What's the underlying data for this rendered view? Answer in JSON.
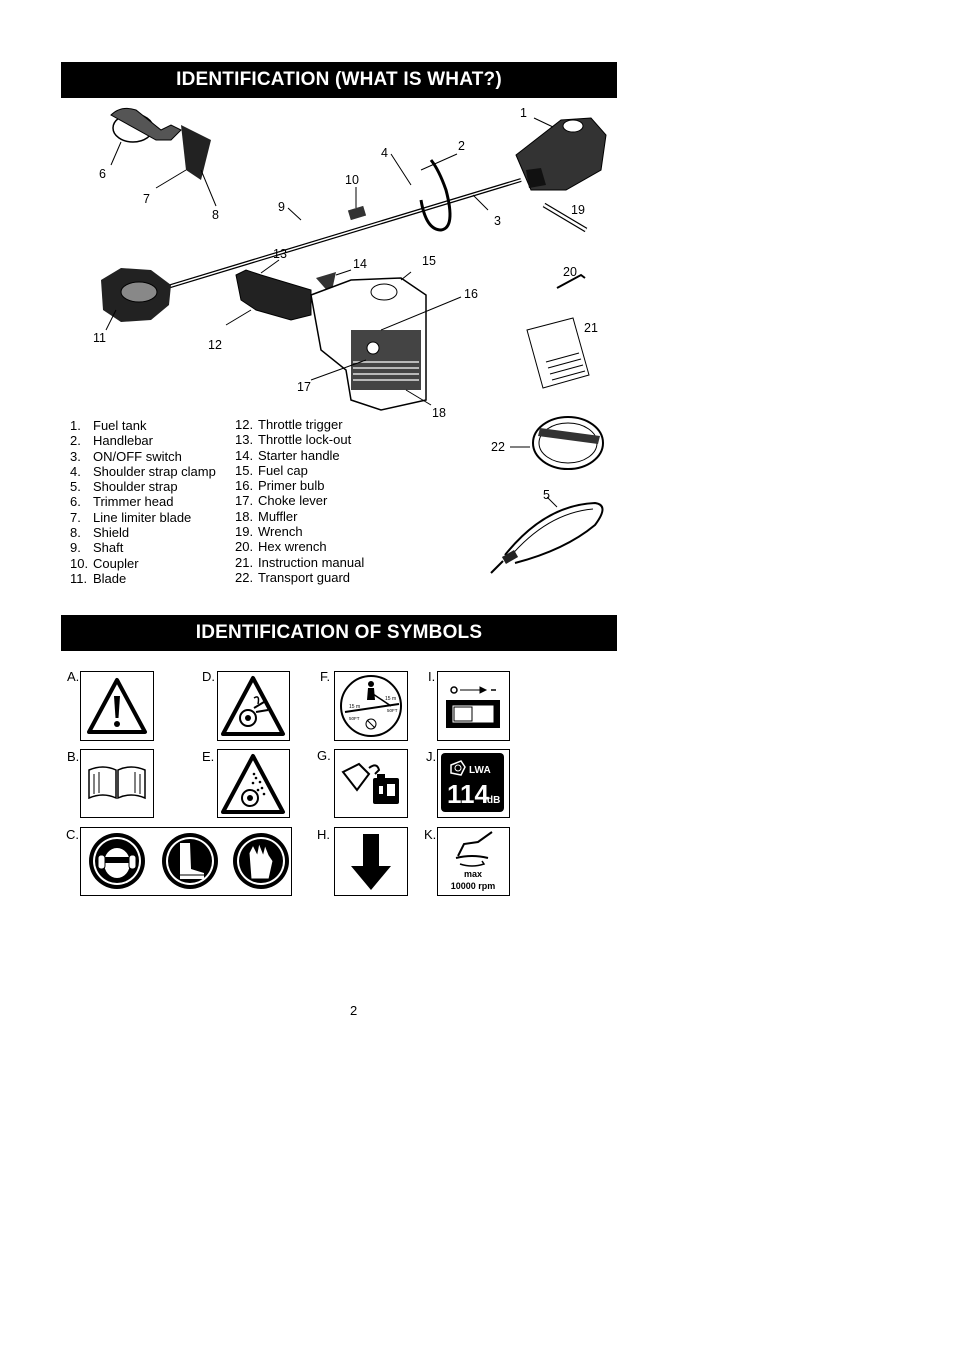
{
  "headings": {
    "identification": "IDENTIFICATION  (WHAT IS WHAT?)",
    "symbols": "IDENTIFICATION OF SYMBOLS"
  },
  "callouts": [
    "1",
    "2",
    "3",
    "4",
    "10",
    "9",
    "6",
    "7",
    "8",
    "13",
    "14",
    "15",
    "16",
    "11",
    "12",
    "17",
    "18",
    "19",
    "20",
    "21",
    "22",
    "5"
  ],
  "parts_left": [
    {
      "num": "1.",
      "label": "Fuel tank"
    },
    {
      "num": "2.",
      "label": "Handlebar"
    },
    {
      "num": "3.",
      "label": "ON/OFF switch"
    },
    {
      "num": "4.",
      "label": "Shoulder strap clamp"
    },
    {
      "num": "5.",
      "label": "Shoulder strap"
    },
    {
      "num": "6.",
      "label": "Trimmer head"
    },
    {
      "num": "7.",
      "label": "Line limiter blade"
    },
    {
      "num": "8.",
      "label": "Shield"
    },
    {
      "num": "9.",
      "label": "Shaft"
    },
    {
      "num": "10.",
      "label": "Coupler"
    },
    {
      "num": "11.",
      "label": "Blade"
    }
  ],
  "parts_right": [
    {
      "num": "12.",
      "label": "Throttle trigger"
    },
    {
      "num": "13.",
      "label": "Throttle lock-out"
    },
    {
      "num": "14.",
      "label": "Starter handle"
    },
    {
      "num": "15.",
      "label": "Fuel cap"
    },
    {
      "num": "16.",
      "label": "Primer bulb"
    },
    {
      "num": "17.",
      "label": "Choke lever"
    },
    {
      "num": "18.",
      "label": "Muffler"
    },
    {
      "num": "19.",
      "label": "Wrench"
    },
    {
      "num": "20.",
      "label": "Hex wrench"
    },
    {
      "num": "21.",
      "label": "Instruction manual"
    },
    {
      "num": "22.",
      "label": "Transport guard"
    }
  ],
  "symbol_letters": [
    "A.",
    "B.",
    "C.",
    "D.",
    "E.",
    "F.",
    "G.",
    "H.",
    "I.",
    "J.",
    "K."
  ],
  "symbols": {
    "a_icon": "warning-triangle-icon",
    "b_icon": "read-manual-book-icon",
    "c_icons": [
      "ear-eye-protection-icon",
      "boots-icon",
      "gloves-icon"
    ],
    "d_icon": "thrown-objects-warning-icon",
    "e_icon": "thrown-objects-eye-warning-icon",
    "f_icon": "keep-distance-icon",
    "f_distances": [
      "15 m",
      "15 m",
      "50FT",
      "50FT"
    ],
    "g_icon": "fuel-mix-icon",
    "h_icon": "down-arrow-icon",
    "i_icon": "on-off-switch-icon",
    "j_icon": "sound-power-level-icon",
    "j_label": "LWA",
    "j_value": "114",
    "j_unit": "dB",
    "k_icon": "max-speed-icon",
    "k_max": "max",
    "k_rpm": "10000 rpm"
  },
  "page_number": "2"
}
